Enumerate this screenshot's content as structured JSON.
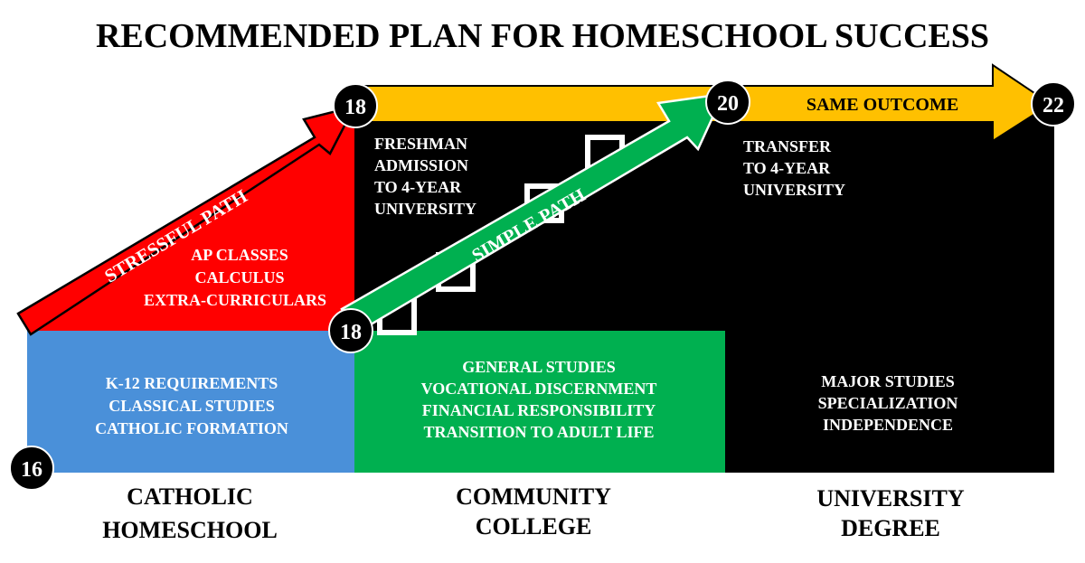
{
  "title": "RECOMMENDED PLAN FOR HOMESCHOOL SUCCESS",
  "ages": {
    "start": "16",
    "stressful_start": "18",
    "simple_start": "18",
    "midpoint": "20",
    "end": "22"
  },
  "arrows": {
    "stressful": "STRESSFUL PATH",
    "simple": "SIMPLE PATH",
    "top": "SAME OUTCOME"
  },
  "red_block": {
    "lines": [
      "AP CLASSES",
      "CALCULUS",
      "EXTRA-CURRICULARS"
    ]
  },
  "freshman_block": {
    "lines": [
      "FRESHMAN",
      "ADMISSION",
      "TO 4-YEAR",
      "UNIVERSITY"
    ]
  },
  "transfer_block": {
    "lines": [
      "TRANSFER",
      "TO 4-YEAR",
      "UNIVERSITY"
    ]
  },
  "homeschool_block": {
    "lines": [
      "K-12 REQUIREMENTS",
      "CLASSICAL STUDIES",
      "CATHOLIC FORMATION"
    ]
  },
  "college_block": {
    "lines": [
      "GENERAL STUDIES",
      "VOCATIONAL DISCERNMENT",
      "FINANCIAL RESPONSIBILITY",
      "TRANSITION TO ADULT LIFE"
    ]
  },
  "university_block": {
    "lines": [
      "MAJOR STUDIES",
      "SPECIALIZATION",
      "INDEPENDENCE"
    ]
  },
  "columns": [
    {
      "lines": [
        "CATHOLIC",
        "HOMESCHOOL"
      ]
    },
    {
      "lines": [
        "COMMUNITY",
        "COLLEGE"
      ]
    },
    {
      "lines": [
        "UNIVERSITY",
        "DEGREE"
      ]
    }
  ],
  "colors": {
    "blue": "#4A90D9",
    "red": "#FF0000",
    "green": "#00B050",
    "black": "#000000",
    "gold": "#FFC000"
  }
}
